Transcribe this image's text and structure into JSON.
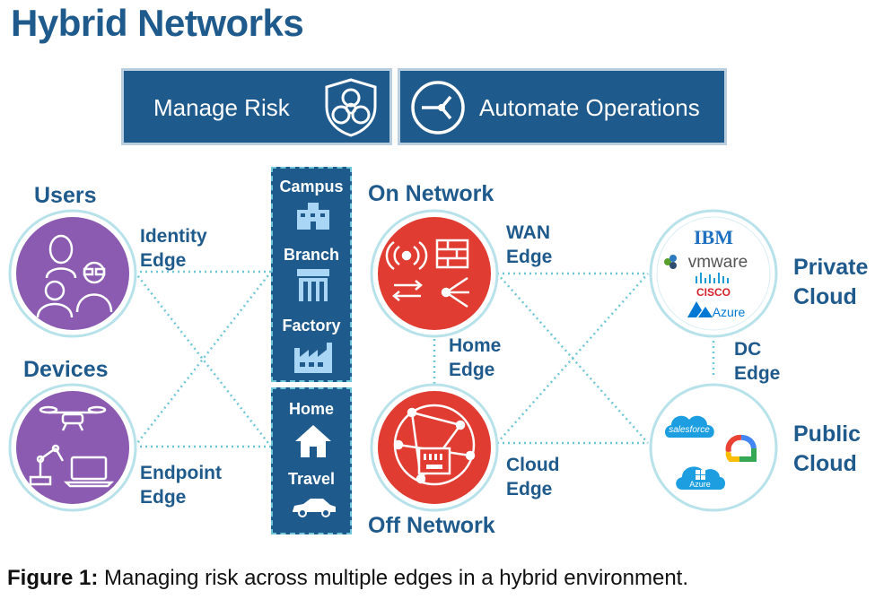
{
  "title": "Hybrid Networks",
  "top_boxes": {
    "manage_risk": "Manage Risk",
    "automate_operations": "Automate Operations"
  },
  "headings": {
    "users": "Users",
    "devices": "Devices",
    "on_network": "On Network",
    "off_network": "Off Network",
    "private_cloud": [
      "Private",
      "Cloud"
    ],
    "public_cloud": [
      "Public",
      "Cloud"
    ]
  },
  "edges": {
    "identity": [
      "Identity",
      "Edge"
    ],
    "endpoint": [
      "Endpoint",
      "Edge"
    ],
    "wan": [
      "WAN",
      "Edge"
    ],
    "home": [
      "Home",
      "Edge"
    ],
    "cloud": [
      "Cloud",
      "Edge"
    ],
    "dc": [
      "DC",
      "Edge"
    ]
  },
  "locations_upper": [
    "Campus",
    "Branch",
    "Factory"
  ],
  "locations_lower": [
    "Home",
    "Travel"
  ],
  "private_cloud_logos": [
    "IBM",
    "vmware",
    "CISCO",
    "Azure"
  ],
  "public_cloud_logos": [
    "salesforce",
    "Azure"
  ],
  "caption": {
    "label": "Figure 1:",
    "text": " Managing risk across multiple edges in a hybrid environment."
  },
  "colors": {
    "brand_blue": "#1f5a8c",
    "purple": "#8a5bb0",
    "red": "#e03c31",
    "teal": "#6fc6d6"
  }
}
